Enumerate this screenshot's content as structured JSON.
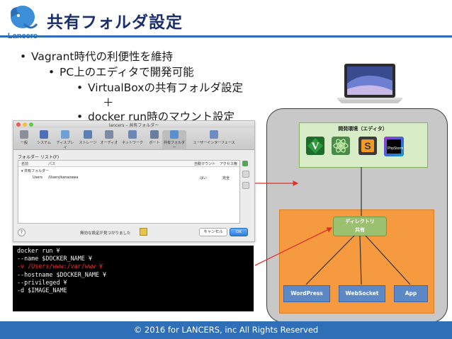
{
  "slide": {
    "title": "共有フォルダ設定",
    "logo_text": "Lancers",
    "bullets": [
      "Vagrant時代の利便性を維持",
      "PC上のエディタで開発可能",
      "VirtualBoxの共有フォルダ設定",
      "＋",
      "docker run時のマウント設定"
    ],
    "footer": "© 2016 for LANCERS, inc All Rights Reserved"
  },
  "vbox_window": {
    "title": "lancers – 共有フォルダー",
    "toolbar": [
      "一般",
      "システム",
      "ディスプレイ",
      "ストレージ",
      "オーディオ",
      "ネットワーク",
      "ポート",
      "共有フォルダー",
      "ユーザーインターフェース"
    ],
    "list_label": "フォルダー リスト(F)",
    "columns": [
      "名前",
      "パス",
      "自動マウント",
      "アクセス権"
    ],
    "group": "共有フォルダー",
    "rows": [
      {
        "name": "Users",
        "path": "/Users/kanazawa",
        "automount": "はい",
        "access": "完全"
      }
    ],
    "status_text": "無効な設定が見つかりました",
    "cancel_label": "キャンセル",
    "ok_label": "OK",
    "help_label": "?"
  },
  "terminal": {
    "lines": [
      {
        "text": "docker run ¥",
        "color": "#f2f2f2"
      },
      {
        "text": "--name $DOCKER_NAME ¥",
        "color": "#f2f2f2"
      },
      {
        "text": "-v /Users/www:/var/www ¥",
        "color": "#e8332b"
      },
      {
        "text": "--hostname $DOCKER_NAME ¥",
        "color": "#f2f2f2"
      },
      {
        "text": "--privileged ¥",
        "color": "#f2f2f2"
      },
      {
        "text": "-d $IMAGE_NAME",
        "color": "#f2f2f2"
      }
    ]
  },
  "diagram": {
    "ide_label": "開発環境（エディタ）",
    "ide_icons": [
      "vim-icon",
      "atom-icon",
      "sublime-text-icon",
      "phpstorm-icon"
    ],
    "phpstorm_text": "PhpStorm",
    "sublime_text": "S",
    "dir_label_line1": "ディレクトリ",
    "dir_label_line2": "共有",
    "apps": [
      "WordPress",
      "WebSocket",
      "App"
    ]
  },
  "colors": {
    "title": "#1b2f6b",
    "accent": "#2e6fb7",
    "arrow": "#e0302a",
    "host_bg": "#c8c8c8",
    "ide_bg": "#d9ecc8",
    "container_bg": "#f69a3f",
    "dir_bg": "#9bc06f",
    "app_bg": "#5d88c6"
  }
}
